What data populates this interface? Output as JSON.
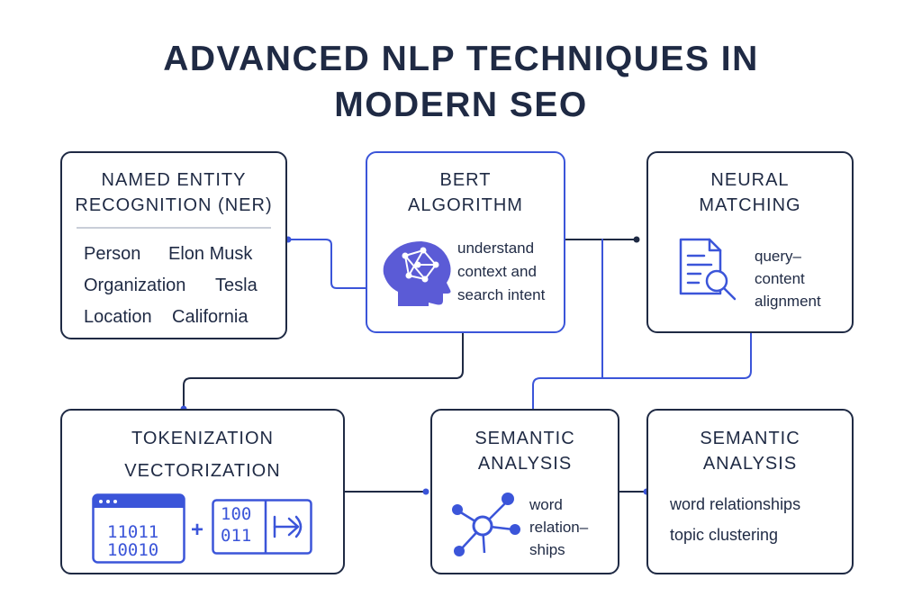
{
  "title": {
    "line1": "ADVANCED NLP TECHNIQUES IN",
    "line2": "MODERN SEO"
  },
  "colors": {
    "accent": "#3b55d9",
    "text": "#1f2a44",
    "icon_fill": "#5b5bd6"
  },
  "ner": {
    "heading1": "NAMED ENTITY",
    "heading2": "RECOGNITION (NER)",
    "rows": [
      {
        "type": "Person",
        "value": "Elon Musk"
      },
      {
        "type": "Organization",
        "value": "Tesla"
      },
      {
        "type": "Location",
        "value": "California"
      }
    ]
  },
  "bert": {
    "heading1": "BERT",
    "heading2": "ALGORITHM",
    "icon": "brain-network-icon",
    "lines": [
      "understand",
      "context and",
      "search intent"
    ]
  },
  "neural": {
    "heading1": "NEURAL",
    "heading2": "MATCHING",
    "icon": "document-search-icon",
    "lines": [
      "query–",
      "content",
      "alignment"
    ]
  },
  "tokenization": {
    "heading1": "TOKENIZATION",
    "heading2": "VECTORIZATION",
    "binary1": "11011",
    "binary2": "10010",
    "plus": "+",
    "vector1": "100",
    "vector2": "011",
    "arrow": "↦",
    "icon": "vector-arrow-icon"
  },
  "semantic_center": {
    "heading1": "SEMANTIC",
    "heading2": "ANALYSIS",
    "icon": "network-graph-icon",
    "lines": [
      "word",
      "relation–",
      "ships"
    ]
  },
  "semantic_right": {
    "heading1": "SEMANTIC",
    "heading2": "ANALYSIS",
    "lines": [
      "word relationships",
      "topic clustering"
    ]
  }
}
